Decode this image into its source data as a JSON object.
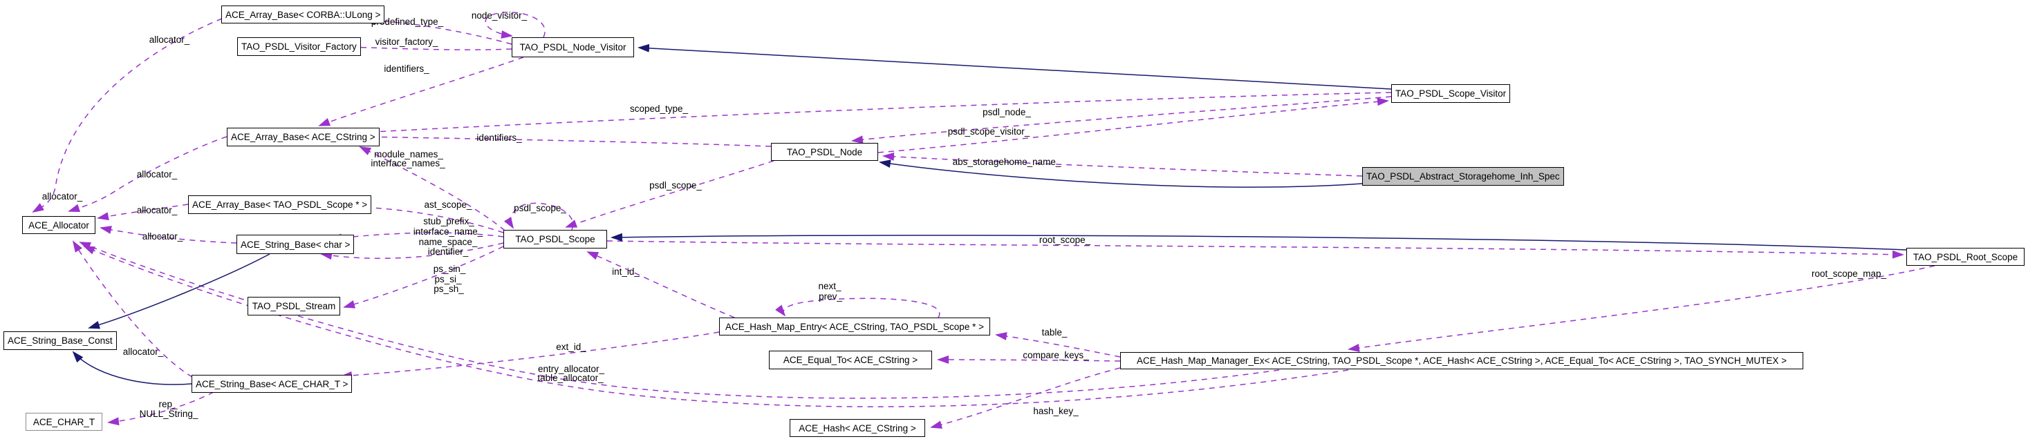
{
  "diagram": {
    "kind": "doxygen-collaboration-graph",
    "current_class": "TAO_PSDL_Abstract_Storagehome_Inh_Spec"
  },
  "colors": {
    "usage_edge": "#9a32cd",
    "inheritance_edge": "#191970",
    "node_background": "#ffffff",
    "node_border": "#000000",
    "current_node_background": "#c0c0c0",
    "undocumented_node_border": "#8c8c8c",
    "text": "#000000",
    "background": "#ffffff"
  },
  "nodes": [
    {
      "id": "ace-array-base-corba-ulong",
      "label": "ACE_Array_Base< CORBA::ULong >",
      "variant": "normal"
    },
    {
      "id": "tao-psdl-visitor-factory",
      "label": "TAO_PSDL_Visitor_Factory",
      "variant": "normal"
    },
    {
      "id": "tao-psdl-node-visitor",
      "label": "TAO_PSDL_Node_Visitor",
      "variant": "normal"
    },
    {
      "id": "tao-psdl-scope-visitor",
      "label": "TAO_PSDL_Scope_Visitor",
      "variant": "normal"
    },
    {
      "id": "ace-array-base-ace-cstring",
      "label": "ACE_Array_Base< ACE_CString >",
      "variant": "normal"
    },
    {
      "id": "tao-psdl-node",
      "label": "TAO_PSDL_Node",
      "variant": "normal"
    },
    {
      "id": "tao-psdl-abstract-storagehome-inh-spec",
      "label": "TAO_PSDL_Abstract_Storagehome_Inh_Spec",
      "variant": "current"
    },
    {
      "id": "ace-array-base-tao-psdl-scope",
      "label": "ACE_Array_Base< TAO_PSDL_Scope * >",
      "variant": "normal"
    },
    {
      "id": "ace-allocator",
      "label": "ACE_Allocator",
      "variant": "normal"
    },
    {
      "id": "ace-string-base-char",
      "label": "ACE_String_Base< char >",
      "variant": "normal"
    },
    {
      "id": "tao-psdl-scope",
      "label": "TAO_PSDL_Scope",
      "variant": "normal"
    },
    {
      "id": "tao-psdl-root-scope",
      "label": "TAO_PSDL_Root_Scope",
      "variant": "normal"
    },
    {
      "id": "tao-psdl-stream",
      "label": "TAO_PSDL_Stream",
      "variant": "normal"
    },
    {
      "id": "ace-hash-map-entry",
      "label": "ACE_Hash_Map_Entry< ACE_CString, TAO_PSDL_Scope * >",
      "variant": "normal"
    },
    {
      "id": "ace-equal-to-ace-cstring",
      "label": "ACE_Equal_To< ACE_CString >",
      "variant": "normal"
    },
    {
      "id": "ace-hash-map-manager-ex",
      "label": "ACE_Hash_Map_Manager_Ex< ACE_CString, TAO_PSDL_Scope *, ACE_Hash< ACE_CString >, ACE_Equal_To< ACE_CString >, TAO_SYNCH_MUTEX >",
      "variant": "normal"
    },
    {
      "id": "ace-string-base-const",
      "label": "ACE_String_Base_Const",
      "variant": "normal"
    },
    {
      "id": "ace-string-base-ace-char-t",
      "label": "ACE_String_Base< ACE_CHAR_T >",
      "variant": "normal"
    },
    {
      "id": "ace-char-t",
      "label": "ACE_CHAR_T",
      "variant": "undocumented"
    },
    {
      "id": "ace-hash-ace-cstring",
      "label": "ACE_Hash< ACE_CString >",
      "variant": "normal"
    }
  ],
  "edge_labels": [
    {
      "text": "allocator_"
    },
    {
      "text": "predefined_type_"
    },
    {
      "text": "node_visitor_"
    },
    {
      "text": "visitor_factory_"
    },
    {
      "text": "identifiers_"
    },
    {
      "text": "scoped_type_"
    },
    {
      "text": "psdl_node_"
    },
    {
      "text": "psdl_scope_visitor_"
    },
    {
      "text": "identifiers_"
    },
    {
      "text": "abs_storagehome_name_"
    },
    {
      "text": "module_names_"
    },
    {
      "text": "interface_names_"
    },
    {
      "text": "psdl_scope_"
    },
    {
      "text": "allocator_"
    },
    {
      "text": "allocator_"
    },
    {
      "text": "ast_scope_"
    },
    {
      "text": "psdl_scope_"
    },
    {
      "text": "allocator_"
    },
    {
      "text": "stub_prefix_"
    },
    {
      "text": "interface_name_"
    },
    {
      "text": "allocator_"
    },
    {
      "text": "name_space_"
    },
    {
      "text": "root_scope_"
    },
    {
      "text": "identifier_"
    },
    {
      "text": "ps_sin_"
    },
    {
      "text": "int_id_"
    },
    {
      "text": "ps_si_"
    },
    {
      "text": "next_"
    },
    {
      "text": "ps_sh_"
    },
    {
      "text": "prev_"
    },
    {
      "text": "root_scope_map_"
    },
    {
      "text": "table_"
    },
    {
      "text": "ext_id_"
    },
    {
      "text": "allocator_"
    },
    {
      "text": "compare_keys_"
    },
    {
      "text": "entry_allocator_"
    },
    {
      "text": "table_allocator_"
    },
    {
      "text": "rep_"
    },
    {
      "text": "NULL_String_"
    },
    {
      "text": "hash_key_"
    }
  ],
  "edges": [
    {
      "from": "tao-psdl-node-visitor",
      "to": "ace-array-base-corba-ulong",
      "label": "predefined_type_",
      "kind": "usage"
    },
    {
      "from": "tao-psdl-node-visitor",
      "to": "tao-psdl-visitor-factory",
      "label": "visitor_factory_",
      "kind": "usage"
    },
    {
      "from": "tao-psdl-node-visitor",
      "to": "tao-psdl-node-visitor",
      "label": "node_visitor_",
      "kind": "usage"
    },
    {
      "from": "tao-psdl-node-visitor",
      "to": "ace-array-base-ace-cstring",
      "label": "identifiers_",
      "kind": "usage"
    },
    {
      "from": "tao-psdl-scope-visitor",
      "to": "tao-psdl-node-visitor",
      "label": "",
      "kind": "inheritance"
    },
    {
      "from": "tao-psdl-scope-visitor",
      "to": "ace-array-base-ace-cstring",
      "label": "scoped_type_",
      "kind": "usage"
    },
    {
      "from": "tao-psdl-scope-visitor",
      "to": "tao-psdl-node",
      "label": "psdl_node_",
      "kind": "usage"
    },
    {
      "from": "tao-psdl-node",
      "to": "tao-psdl-scope-visitor",
      "label": "psdl_scope_visitor_",
      "kind": "usage"
    },
    {
      "from": "tao-psdl-node",
      "to": "ace-array-base-ace-cstring",
      "label": "identifiers_",
      "kind": "usage"
    },
    {
      "from": "tao-psdl-node",
      "to": "tao-psdl-scope",
      "label": "psdl_scope_",
      "kind": "usage"
    },
    {
      "from": "tao-psdl-abstract-storagehome-inh-spec",
      "to": "tao-psdl-node",
      "label": "",
      "kind": "inheritance"
    },
    {
      "from": "tao-psdl-abstract-storagehome-inh-spec",
      "to": "tao-psdl-node",
      "label": "abs_storagehome_name_",
      "kind": "usage"
    },
    {
      "from": "tao-psdl-scope",
      "to": "ace-array-base-ace-cstring",
      "label": "module_names_ interface_names_",
      "kind": "usage"
    },
    {
      "from": "tao-psdl-scope",
      "to": "ace-array-base-tao-psdl-scope",
      "label": "ast_scope_",
      "kind": "usage"
    },
    {
      "from": "tao-psdl-scope",
      "to": "tao-psdl-scope",
      "label": "psdl_scope_",
      "kind": "usage"
    },
    {
      "from": "tao-psdl-scope",
      "to": "ace-string-base-char",
      "label": "stub_prefix_ interface_name_ name_space_ identifier_",
      "kind": "usage"
    },
    {
      "from": "tao-psdl-scope",
      "to": "tao-psdl-stream",
      "label": "ps_sin_ ps_si_ ps_sh_",
      "kind": "usage"
    },
    {
      "from": "tao-psdl-scope",
      "to": "tao-psdl-root-scope",
      "label": "root_scope_",
      "kind": "usage"
    },
    {
      "from": "tao-psdl-root-scope",
      "to": "tao-psdl-scope",
      "label": "",
      "kind": "inheritance"
    },
    {
      "from": "tao-psdl-root-scope",
      "to": "ace-hash-map-manager-ex",
      "label": "root_scope_map_",
      "kind": "usage"
    },
    {
      "from": "ace-hash-map-entry",
      "to": "tao-psdl-scope",
      "label": "int_id_",
      "kind": "usage"
    },
    {
      "from": "ace-hash-map-entry",
      "to": "ace-string-base-ace-char-t",
      "label": "ext_id_",
      "kind": "usage"
    },
    {
      "from": "ace-hash-map-entry",
      "to": "ace-hash-map-entry",
      "label": "next_ prev_",
      "kind": "usage"
    },
    {
      "from": "ace-hash-map-manager-ex",
      "to": "ace-hash-map-entry",
      "label": "table_",
      "kind": "usage"
    },
    {
      "from": "ace-hash-map-manager-ex",
      "to": "ace-equal-to-ace-cstring",
      "label": "compare_keys_",
      "kind": "usage"
    },
    {
      "from": "ace-hash-map-manager-ex",
      "to": "ace-hash-ace-cstring",
      "label": "hash_key_",
      "kind": "usage"
    },
    {
      "from": "ace-hash-map-manager-ex",
      "to": "ace-allocator",
      "label": "entry_allocator_ table_allocator_",
      "kind": "usage"
    },
    {
      "from": "ace-array-base-corba-ulong",
      "to": "ace-allocator",
      "label": "allocator_",
      "kind": "usage"
    },
    {
      "from": "ace-array-base-ace-cstring",
      "to": "ace-allocator",
      "label": "allocator_",
      "kind": "usage"
    },
    {
      "from": "ace-array-base-tao-psdl-scope",
      "to": "ace-allocator",
      "label": "allocator_",
      "kind": "usage"
    },
    {
      "from": "ace-string-base-char",
      "to": "ace-allocator",
      "label": "allocator_",
      "kind": "usage"
    },
    {
      "from": "ace-string-base-ace-char-t",
      "to": "ace-allocator",
      "label": "allocator_",
      "kind": "usage"
    },
    {
      "from": "ace-string-base-char",
      "to": "ace-string-base-const",
      "label": "",
      "kind": "inheritance"
    },
    {
      "from": "ace-string-base-ace-char-t",
      "to": "ace-string-base-const",
      "label": "",
      "kind": "inheritance"
    },
    {
      "from": "ace-string-base-ace-char-t",
      "to": "ace-char-t",
      "label": "rep_ NULL_String_",
      "kind": "usage"
    }
  ]
}
